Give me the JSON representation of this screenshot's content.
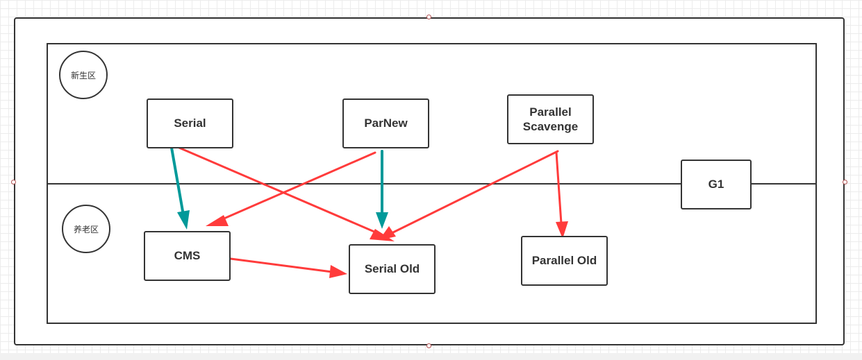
{
  "regions": {
    "young": "新生区",
    "old": "养老区"
  },
  "collectors": {
    "serial": "Serial",
    "parnew": "ParNew",
    "parallel_scavenge": "Parallel\nScavenge",
    "g1": "G1",
    "cms": "CMS",
    "serial_old": "Serial Old",
    "parallel_old": "Parallel Old"
  },
  "connections": [
    {
      "from": "Serial",
      "to": "CMS",
      "color": "#009999"
    },
    {
      "from": "Serial",
      "to": "Serial Old",
      "color": "#ff3b3b"
    },
    {
      "from": "ParNew",
      "to": "CMS",
      "color": "#ff3b3b"
    },
    {
      "from": "ParNew",
      "to": "Serial Old",
      "color": "#009999"
    },
    {
      "from": "Parallel Scavenge",
      "to": "Serial Old",
      "color": "#ff3b3b"
    },
    {
      "from": "Parallel Scavenge",
      "to": "Parallel Old",
      "color": "#ff3b3b"
    },
    {
      "from": "CMS",
      "to": "Serial Old",
      "color": "#ff3b3b"
    }
  ],
  "colors": {
    "teal": "#009999",
    "red": "#ff3b3b",
    "stroke": "#333333"
  }
}
